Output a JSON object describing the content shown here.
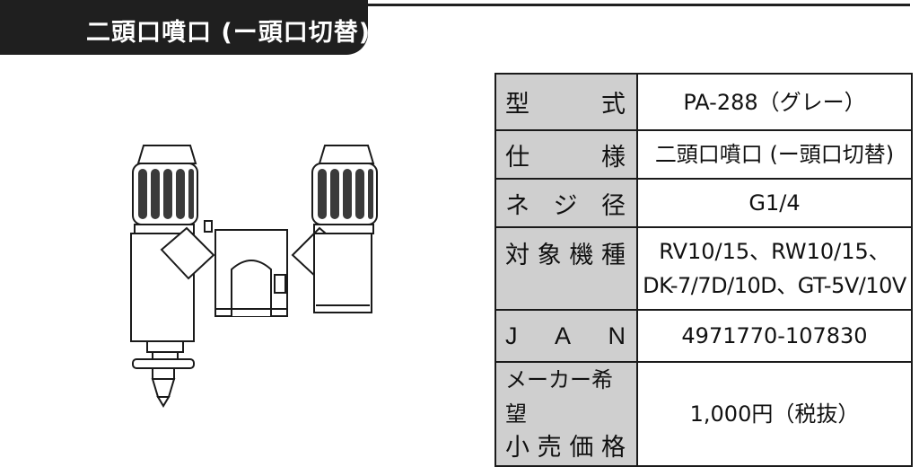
{
  "header": {
    "title": "二頭口噴口 (ー頭口切替) 組"
  },
  "colors": {
    "header_bg": "#1f1f1f",
    "label_bg": "#cfcfcf",
    "border": "#1a1a1a"
  },
  "product_image": {
    "icon": "double-nozzle-product-illustration"
  },
  "spec": {
    "rows": [
      {
        "label_chars": [
          "型",
          "式"
        ],
        "value": "PA-288（グレー）"
      },
      {
        "label_chars": [
          "仕",
          "様"
        ],
        "value": "二頭口噴口 (ー頭口切替)"
      },
      {
        "label_chars": [
          "ネ",
          "ジ",
          "径"
        ],
        "value": "G1/4"
      },
      {
        "label_chars": [
          "対",
          "象",
          "機",
          "種"
        ],
        "value_lines": [
          "RV10/15、RW10/15、",
          "DK-7/7D/10D、GT-5V/10V"
        ]
      },
      {
        "label_chars": [
          "J",
          "A",
          "N"
        ],
        "value": "4971770-107830"
      },
      {
        "label_line1": "メーカー希望",
        "label_line2_chars": [
          "小",
          "売",
          "価",
          "格"
        ],
        "value": "1,000円（税抜）"
      }
    ]
  }
}
